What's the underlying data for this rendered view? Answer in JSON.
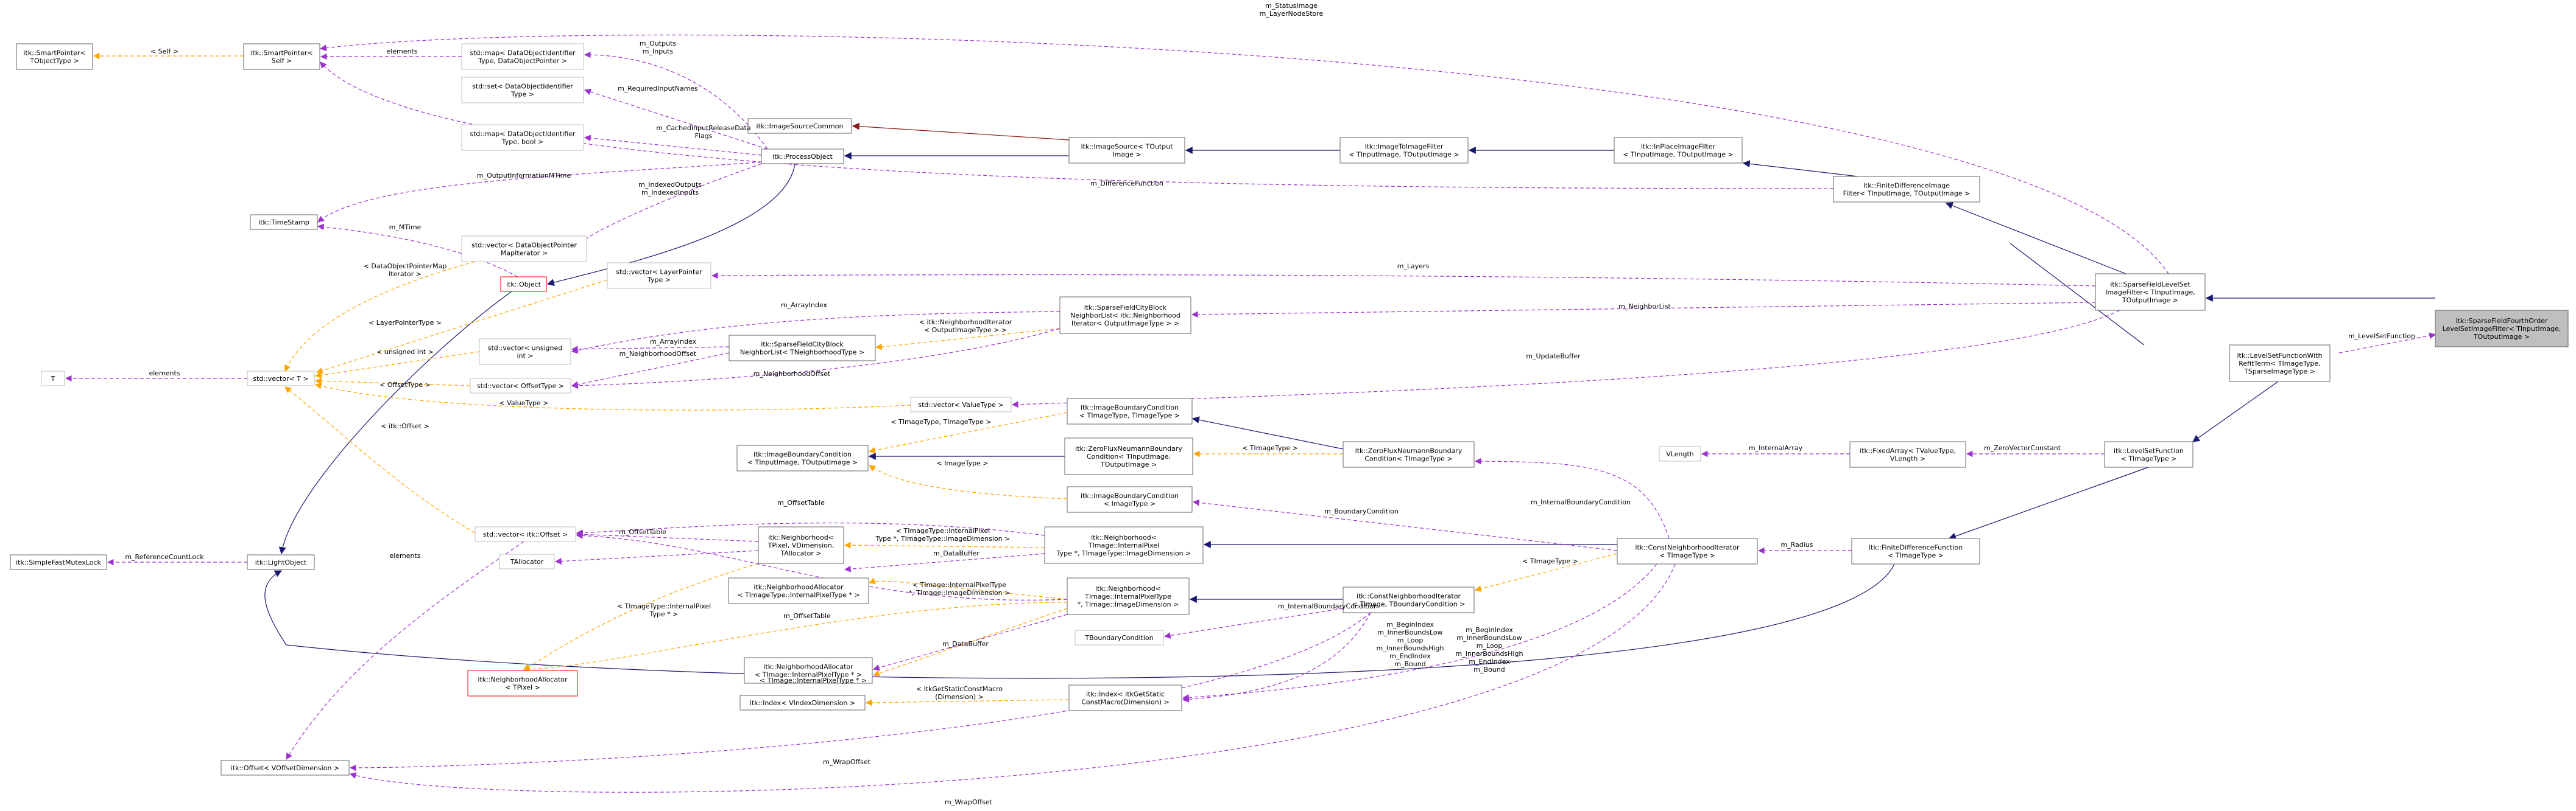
{
  "colors": {
    "inheritance": "#191970",
    "usage": "#9a32cd",
    "template": "#ffa500",
    "private": "#8b1a1a",
    "node_border": "#666666",
    "node_border_light": "#bfbfbf",
    "node_border_red": "#ff0000",
    "root_fill": "#bfbfbf"
  },
  "nodes": {
    "SmartPointerSelf": [
      "itk::SmartPointer<",
      "Self >"
    ],
    "SmartPointerTObj": [
      "itk::SmartPointer<",
      "TObjectType >"
    ],
    "MapDataObjId": [
      "std::map< DataObjectIdentifier",
      "Type, DataObjectPointer >"
    ],
    "SetDataObjId": [
      "std::set< DataObjectIdentifier",
      "Type >"
    ],
    "MapDataObjBool": [
      "std::map< DataObjectIdentifier",
      "Type, bool >"
    ],
    "TimeStamp": [
      "itk::TimeStamp"
    ],
    "VecDataObjPtrMapIter": [
      "std::vector< DataObjectPointer",
      "MapIterator >"
    ],
    "Object": [
      "itk::Object"
    ],
    "VecLayerPointer": [
      "std::vector< LayerPointer",
      "Type >"
    ],
    "T": [
      "T"
    ],
    "StdVectorT": [
      "std::vector< T >"
    ],
    "VecUnsignedInt": [
      "std::vector< unsigned",
      "int >"
    ],
    "VecOffsetType": [
      "std::vector< OffsetType >"
    ],
    "VecValueType": [
      "std::vector< ValueType >"
    ],
    "ImageSourceCommon": [
      "itk::ImageSourceCommon"
    ],
    "ProcessObject": [
      "itk::ProcessObject"
    ],
    "ImageSource": [
      "itk::ImageSource< TOutput",
      "Image >"
    ],
    "ImageToImageFilter": [
      "itk::ImageToImageFilter",
      "< TInputImage, TOutputImage >"
    ],
    "InPlaceImageFilter": [
      "itk::InPlaceImageFilter",
      "< TInputImage, TOutputImage >"
    ],
    "FiniteDifferenceImageFilter": [
      "itk::FiniteDifferenceImage",
      "Filter< TInputImage, TOutputImage >"
    ],
    "SparseFieldLevelSetImageFilter": [
      "itk::SparseFieldLevelSet",
      "ImageFilter< TInputImage,",
      "TOutputImage >"
    ],
    "SparseFieldFourthOrder": [
      "itk::SparseFieldFourthOrder",
      "LevelSetImageFilter< TInputImage,",
      "TOutputImage >"
    ],
    "SFCityBlockNeighborList": [
      "itk::SparseFieldCityBlock",
      "NeighborList< itk::Neighborhood",
      "Iterator< OutputImageType > >"
    ],
    "SFCityBlockNeighborListNT": [
      "itk::SparseFieldCityBlock",
      "NeighborList< TNeighborhoodType >"
    ],
    "LevelSetFunctionWithRefit": [
      "itk::LevelSetFunctionWith",
      "RefitTerm< TImageType,",
      "TSparseImageType >"
    ],
    "ImageBoundaryConditionTT": [
      "itk::ImageBoundaryCondition",
      "< TImageType, TImageType >"
    ],
    "ImageBoundaryConditionInOut": [
      "itk::ImageBoundaryCondition",
      "< TInputImage, TOutputImage >"
    ],
    "ZeroFluxNeumannInOut": [
      "itk::ZeroFluxNeumannBoundary",
      "Condition< TInputImage,",
      "TOutputImage >"
    ],
    "ZeroFluxNeumannT": [
      "itk::ZeroFluxNeumannBoundary",
      "Condition< TImageType >"
    ],
    "VLength": [
      "VLength"
    ],
    "FixedArray": [
      "itk::FixedArray< TValueType,",
      "VLength >"
    ],
    "LevelSetFunction": [
      "itk::LevelSetFunction",
      "< TImageType >"
    ],
    "ImageBoundaryConditionT": [
      "itk::ImageBoundaryCondition",
      "< ImageType >"
    ],
    "VecOffset": [
      "std::vector< itk::Offset >"
    ],
    "TAllocator": [
      "TAllocator"
    ],
    "NeighborhoodTPixel": [
      "itk::Neighborhood<",
      "TPixel, VDimension,",
      "TAllocator >"
    ],
    "NeighborhoodInternal": [
      "itk::Neighborhood<",
      "TImage::InternalPixel",
      "Type *, TImageType::ImageDimension >"
    ],
    "ConstNeighborhoodIteratorT": [
      "itk::ConstNeighborhoodIterator",
      "< TImageType >"
    ],
    "FiniteDifferenceFunction": [
      "itk::FiniteDifferenceFunction",
      "< TImageType >"
    ],
    "SimpleFastMutexLock": [
      "itk::SimpleFastMutexLock"
    ],
    "LightObject": [
      "itk::LightObject"
    ],
    "NeighborhoodAllocatorTI": [
      "itk::NeighborhoodAllocator",
      "< TImageType::InternalPixelType * >"
    ],
    "NeighborhoodTImageInternal": [
      "itk::Neighborhood<",
      "TImage::InternalPixelType",
      "*, TImage::ImageDimension >"
    ],
    "BoundaryConditionT": [
      "TBoundaryCondition"
    ],
    "ConstNeighborhoodIteratorTB": [
      "itk::ConstNeighborhoodIterator",
      "< TImage, TBoundaryCondition >"
    ],
    "NeighborhoodAllocatorTPixel": [
      "itk::NeighborhoodAllocator",
      "< TPixel >"
    ],
    "NeighborhoodAllocatorTImage": [
      "itk::NeighborhoodAllocator",
      "< TImage::InternalPixelType * >"
    ],
    "IndexVDim": [
      "itk::Index< VIndexDimension >"
    ],
    "IndexGetStatic": [
      "itk::Index< itkGetStatic",
      "ConstMacro(Dimension) >"
    ],
    "OffsetVDim": [
      "itk::Offset< VOffsetDimension >"
    ]
  },
  "edge_labels": {
    "m_StatusImage": [
      "m_StatusImage",
      "m_LayerNodeStore"
    ],
    "self": [
      "< Self >"
    ],
    "elements1": [
      "elements"
    ],
    "outputs": [
      "m_Outputs",
      "m_Inputs"
    ],
    "requiredInput": [
      "m_RequiredInputNames"
    ],
    "cachedInput": [
      "m_CachedInputReleaseData",
      "Flags"
    ],
    "outputInfoMTime": [
      "m_OutputInformationMTime"
    ],
    "indexedOutputs": [
      "m_IndexedOutputs",
      "m_IndexedInputs"
    ],
    "differenceFunction": [
      "m_DifferenceFunction"
    ],
    "mtime": [
      "m_MTime"
    ],
    "dataObjPtrMapIter": [
      "< DataObjectPointerMap",
      "Iterator >"
    ],
    "layers": [
      "m_Layers"
    ],
    "layerPointerType": [
      "< LayerPointerType >"
    ],
    "arrayIndex1": [
      "m_ArrayIndex"
    ],
    "neighborList": [
      "m_NeighborList"
    ],
    "neighborhoodIterArg": [
      "< itk::NeighborhoodIterator",
      "< OutputImageType > >"
    ],
    "unsignedInt": [
      "< unsigned int >"
    ],
    "arrayIndex2": [
      "m_ArrayIndex"
    ],
    "neighborhoodOffset1": [
      "m_NeighborhoodOffset"
    ],
    "elements2": [
      "elements"
    ],
    "offsetType": [
      "< OffsetType >"
    ],
    "neighborhoodOffset2": [
      "m_NeighborhoodOffset"
    ],
    "updateBuffer": [
      "m_UpdateBuffer"
    ],
    "levelSetFunction": [
      "m_LevelSetFunction"
    ],
    "valueType": [
      "< ValueType >"
    ],
    "tImageTypeTT": [
      "< TImageType, TImageType >"
    ],
    "tImageType1": [
      "< TImageType >"
    ],
    "internalArray": [
      "m_InternalArray"
    ],
    "zeroVectorConstant": [
      "m_ZeroVectorConstant"
    ],
    "itkOffset": [
      "< itk::Offset >"
    ],
    "imageType": [
      "< ImageType >"
    ],
    "internalBoundaryCondition1": [
      "m_InternalBoundaryCondition"
    ],
    "offsetTable1": [
      "m_OffsetTable"
    ],
    "tImageInternalPixel1": [
      "< TImageType::InternalPixel",
      "Type *, TImageType::ImageDimension >"
    ],
    "boundaryCondition": [
      "m_BoundaryCondition"
    ],
    "offsetTable2": [
      "m_OffsetTable"
    ],
    "dataBuffer1": [
      "m_DataBuffer"
    ],
    "elements3": [
      "elements"
    ],
    "tImageTypeInternal": [
      "< TImageType::InternalPixel",
      "Type * >"
    ],
    "tImageInternalPixel2": [
      "< TImage::InternalPixelType",
      "*, TImage::ImageDimension >"
    ],
    "offsetTable3": [
      "m_OffsetTable"
    ],
    "tImageType2": [
      "< TImageType >"
    ],
    "radius": [
      "m_Radius"
    ],
    "referenceCount": [
      "m_ReferenceCountLock"
    ],
    "internalBoundaryCondition2": [
      "m_InternalBoundaryCondition"
    ],
    "beginIndex1": [
      "m_BeginIndex",
      "m_InnerBoundsLow",
      "m_Loop",
      "m_InnerBoundsHigh",
      "m_EndIndex",
      "m_Bound"
    ],
    "beginIndex2": [
      "m_BeginIndex",
      "m_InnerBoundsLow",
      "m_Loop",
      "m_InnerBoundsHigh",
      "m_EndIndex",
      "m_Bound"
    ],
    "dataBuffer2": [
      "m_DataBuffer"
    ],
    "tImageInternalPixel3": [
      "< TImage::InternalPixelType * >"
    ],
    "itkGetStatic": [
      "< itkGetStaticConstMacro",
      "(Dimension) >"
    ],
    "wrapOffset1": [
      "m_WrapOffset"
    ],
    "wrapOffset2": [
      "m_WrapOffset"
    ]
  }
}
